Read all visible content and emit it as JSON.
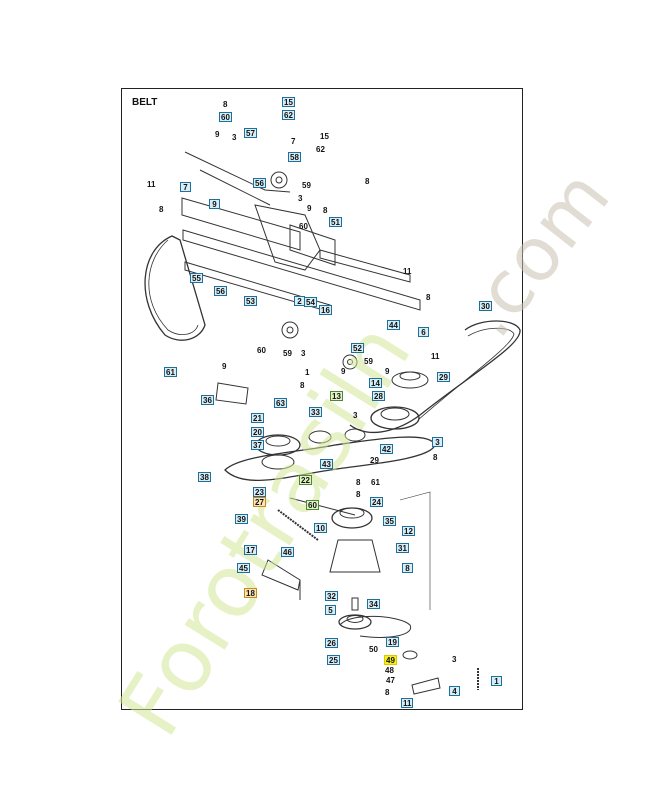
{
  "title": "BELT",
  "watermark": {
    "domain": ".com",
    "brand": "Forotrasiln"
  },
  "colors": {
    "callout_border": "#1d6f9c",
    "callout_fill": "#d8eef7",
    "highlight": "#f7ef1a",
    "watermark_gray": "#c8c0b0",
    "watermark_green": "#d2e696"
  },
  "callouts": [
    {
      "label": "8",
      "style": "plain"
    },
    {
      "label": "15",
      "style": "boxed"
    },
    {
      "label": "60",
      "style": "boxed"
    },
    {
      "label": "62",
      "style": "boxed"
    },
    {
      "label": "3",
      "style": "plain"
    },
    {
      "label": "57",
      "style": "boxed"
    },
    {
      "label": "9",
      "style": "plain"
    },
    {
      "label": "7",
      "style": "plain"
    },
    {
      "label": "15",
      "style": "plain"
    },
    {
      "label": "62",
      "style": "plain"
    },
    {
      "label": "58",
      "style": "boxed"
    },
    {
      "label": "8",
      "style": "plain"
    },
    {
      "label": "11",
      "style": "plain"
    },
    {
      "label": "7",
      "style": "boxed"
    },
    {
      "label": "59",
      "style": "plain"
    },
    {
      "label": "56",
      "style": "boxed"
    },
    {
      "label": "8",
      "style": "plain"
    },
    {
      "label": "3",
      "style": "plain"
    },
    {
      "label": "9",
      "style": "boxed"
    },
    {
      "label": "9",
      "style": "plain"
    },
    {
      "label": "8",
      "style": "plain"
    },
    {
      "label": "60",
      "style": "plain"
    },
    {
      "label": "51",
      "style": "boxed"
    },
    {
      "label": "11",
      "style": "plain"
    },
    {
      "label": "55",
      "style": "boxed"
    },
    {
      "label": "56",
      "style": "boxed"
    },
    {
      "label": "8",
      "style": "plain"
    },
    {
      "label": "53",
      "style": "boxed"
    },
    {
      "label": "2",
      "style": "boxed"
    },
    {
      "label": "54",
      "style": "boxed"
    },
    {
      "label": "16",
      "style": "boxed"
    },
    {
      "label": "30",
      "style": "boxed"
    },
    {
      "label": "44",
      "style": "boxed"
    },
    {
      "label": "6",
      "style": "boxed"
    },
    {
      "label": "60",
      "style": "plain"
    },
    {
      "label": "59",
      "style": "plain"
    },
    {
      "label": "3",
      "style": "plain"
    },
    {
      "label": "52",
      "style": "boxed"
    },
    {
      "label": "61",
      "style": "boxed"
    },
    {
      "label": "59",
      "style": "plain"
    },
    {
      "label": "11",
      "style": "plain"
    },
    {
      "label": "9",
      "style": "plain"
    },
    {
      "label": "1",
      "style": "plain"
    },
    {
      "label": "9",
      "style": "plain"
    },
    {
      "label": "14",
      "style": "boxed"
    },
    {
      "label": "29",
      "style": "boxed"
    },
    {
      "label": "36",
      "style": "boxed"
    },
    {
      "label": "9",
      "style": "plain"
    },
    {
      "label": "63",
      "style": "boxed"
    },
    {
      "label": "13",
      "style": "boxed-green"
    },
    {
      "label": "28",
      "style": "boxed"
    },
    {
      "label": "8",
      "style": "plain"
    },
    {
      "label": "21",
      "style": "boxed"
    },
    {
      "label": "33",
      "style": "boxed"
    },
    {
      "label": "3",
      "style": "plain"
    },
    {
      "label": "20",
      "style": "boxed"
    },
    {
      "label": "3",
      "style": "boxed"
    },
    {
      "label": "37",
      "style": "boxed"
    },
    {
      "label": "42",
      "style": "boxed"
    },
    {
      "label": "29",
      "style": "plain"
    },
    {
      "label": "8",
      "style": "plain"
    },
    {
      "label": "43",
      "style": "boxed"
    },
    {
      "label": "38",
      "style": "boxed"
    },
    {
      "label": "22",
      "style": "boxed-green"
    },
    {
      "label": "8",
      "style": "plain"
    },
    {
      "label": "61",
      "style": "plain"
    },
    {
      "label": "23",
      "style": "boxed"
    },
    {
      "label": "8",
      "style": "plain"
    },
    {
      "label": "27",
      "style": "boxed-orange"
    },
    {
      "label": "60",
      "style": "boxed-green"
    },
    {
      "label": "24",
      "style": "boxed"
    },
    {
      "label": "39",
      "style": "boxed"
    },
    {
      "label": "10",
      "style": "boxed"
    },
    {
      "label": "35",
      "style": "boxed"
    },
    {
      "label": "12",
      "style": "boxed"
    },
    {
      "label": "17",
      "style": "boxed"
    },
    {
      "label": "46",
      "style": "boxed"
    },
    {
      "label": "31",
      "style": "boxed"
    },
    {
      "label": "45",
      "style": "boxed"
    },
    {
      "label": "8",
      "style": "boxed"
    },
    {
      "label": "18",
      "style": "boxed-orange"
    },
    {
      "label": "32",
      "style": "boxed"
    },
    {
      "label": "5",
      "style": "boxed"
    },
    {
      "label": "34",
      "style": "boxed"
    },
    {
      "label": "19",
      "style": "boxed"
    },
    {
      "label": "26",
      "style": "boxed"
    },
    {
      "label": "50",
      "style": "plain"
    },
    {
      "label": "25",
      "style": "boxed"
    },
    {
      "label": "49",
      "style": "highlight"
    },
    {
      "label": "3",
      "style": "plain"
    },
    {
      "label": "48",
      "style": "plain"
    },
    {
      "label": "47",
      "style": "plain"
    },
    {
      "label": "1",
      "style": "boxed"
    },
    {
      "label": "8",
      "style": "plain"
    },
    {
      "label": "4",
      "style": "boxed"
    },
    {
      "label": "11",
      "style": "boxed"
    }
  ]
}
